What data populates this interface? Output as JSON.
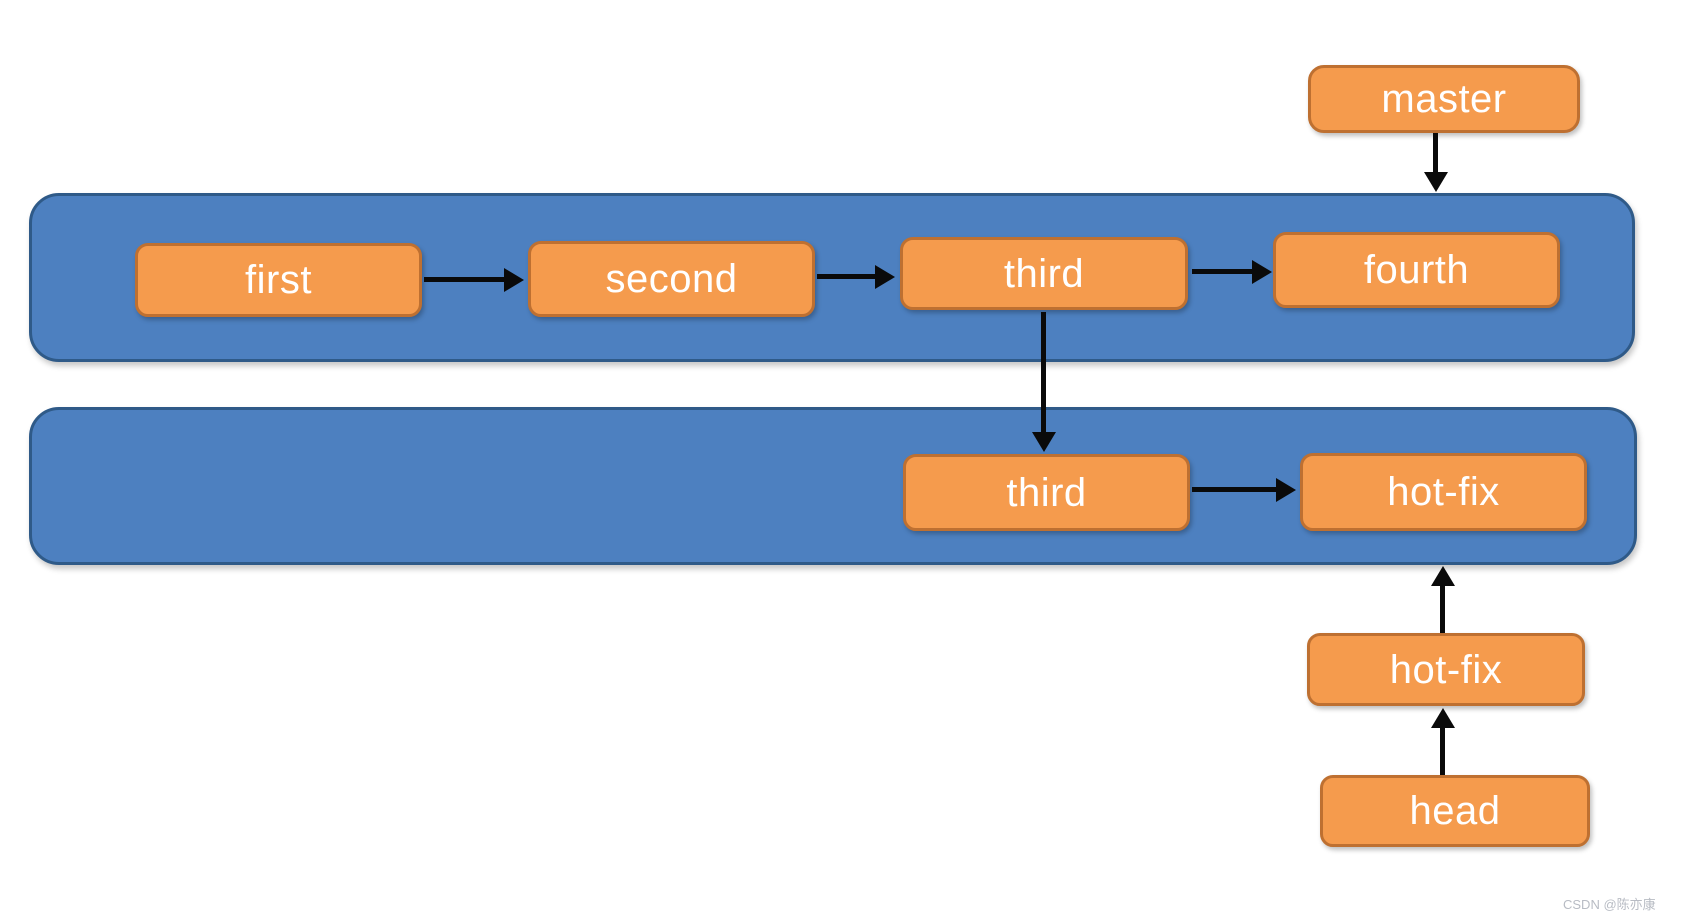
{
  "diagram": {
    "kind": "git-branch-flow",
    "nodes": {
      "master": {
        "label": "master",
        "type": "branch-pointer"
      },
      "first": {
        "label": "first",
        "type": "commit"
      },
      "second": {
        "label": "second",
        "type": "commit"
      },
      "third_top": {
        "label": "third",
        "type": "commit"
      },
      "fourth": {
        "label": "fourth",
        "type": "commit"
      },
      "third_bottom": {
        "label": "third",
        "type": "commit"
      },
      "hotfix_lane": {
        "label": "hot-fix",
        "type": "commit"
      },
      "hotfix_outer": {
        "label": "hot-fix",
        "type": "branch-pointer"
      },
      "head": {
        "label": "head",
        "type": "pointer"
      }
    },
    "lanes": [
      {
        "id": "lane-top",
        "commits": [
          "first",
          "second",
          "third",
          "fourth"
        ]
      },
      {
        "id": "lane-bottom",
        "commits": [
          "third",
          "hot-fix"
        ]
      }
    ],
    "edges": [
      {
        "from": "master",
        "to": "fourth",
        "direction": "down"
      },
      {
        "from": "first",
        "to": "second",
        "direction": "right"
      },
      {
        "from": "second",
        "to": "third_top",
        "direction": "right"
      },
      {
        "from": "third_top",
        "to": "fourth",
        "direction": "right"
      },
      {
        "from": "third_top",
        "to": "third_bottom",
        "direction": "down"
      },
      {
        "from": "third_bottom",
        "to": "hotfix_lane",
        "direction": "right"
      },
      {
        "from": "hotfix_outer",
        "to": "hotfix_lane",
        "direction": "up"
      },
      {
        "from": "head",
        "to": "hotfix_outer",
        "direction": "up"
      }
    ],
    "colors": {
      "lane_fill": "#4D80C0",
      "lane_border": "#2F5A88",
      "node_fill": "#F59B4D",
      "node_border": "#BE7031",
      "node_text": "#FFFFFF",
      "arrow": "#0A0A0A",
      "background": "#FFFFFF",
      "watermark_text_color": "#B8BCC4"
    }
  },
  "watermark": {
    "text": "CSDN @陈亦康"
  }
}
